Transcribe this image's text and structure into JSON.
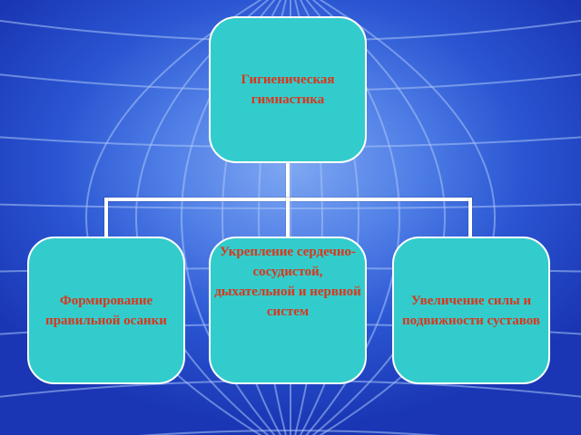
{
  "diagram": {
    "root": {
      "text": "Гигиеническая гимнастика"
    },
    "children": [
      {
        "text": "Формирование правильной осанки"
      },
      {
        "text": "Укрепление сердечно-сосудистой, дыхательной и нервной систем"
      },
      {
        "text": "Увеличение силы и подвижности суставов"
      }
    ]
  },
  "colors": {
    "box_fill": "#33cccc",
    "box_border": "#ffffff",
    "text": "#d9361b",
    "connector": "#ffffff",
    "background_light": "#7fa8f2",
    "background_dark": "#1a36b4"
  }
}
